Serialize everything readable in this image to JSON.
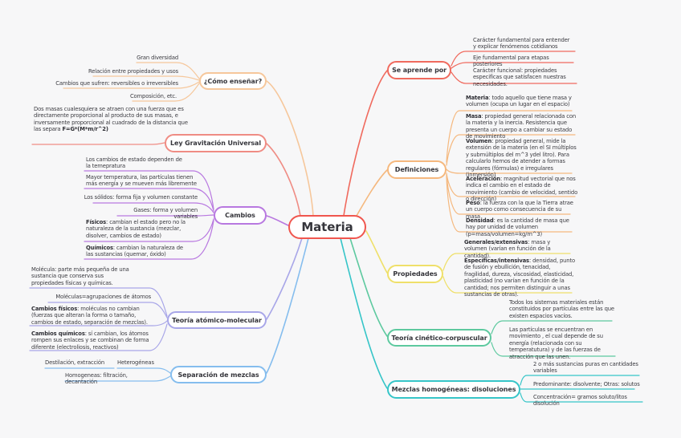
{
  "title": "Materia",
  "colors": {
    "background": "#f7f7f8",
    "text": "#3b3b41",
    "materia": "#f0564e",
    "como": "#f6c79b",
    "ley": "#ef8c84",
    "cambios": "#b878e0",
    "teoria_atomico": "#a8a6e8",
    "separacion": "#85bdee",
    "aprende": "#f06a5e",
    "definiciones": "#f5b87e",
    "propiedades": "#efe06a",
    "teoria_cinetico": "#5dc99f",
    "mezclas": "#36c5c8"
  },
  "center": {
    "label": "Materia"
  },
  "left": {
    "como": {
      "label": "¿Cómo enseñar?",
      "children": [
        {
          "text": "Gran diversidad"
        },
        {
          "text": "Relación entre propiedades y usos"
        },
        {
          "text": "Cambios que sufren: reversibles o irreversibles"
        },
        {
          "text": "Composición, etc."
        }
      ]
    },
    "ley": {
      "label": "Ley Gravitación Universal",
      "children": [
        {
          "text": "Dos masas cualesquiera se atraen con una fuerza que es directamente proporcional al producto de sus masas, e inversamente proporcional al cuadrado de la distancia que las separa ",
          "formula": "F=G*(M*m/r^2)"
        }
      ]
    },
    "cambios": {
      "label": "Cambios",
      "children": [
        {
          "text": "Los cambios de estado dependen de la temepratura"
        },
        {
          "text": "Mayor temperatura, las partículas tienen más energía y se mueven más libremente"
        },
        {
          "text": "Los sólidos: forma fija y volumen constante"
        },
        {
          "text": "Gases: forma y volumen variables"
        },
        {
          "bold": "Físicos",
          "text": ": cambian el estado pero no la naturaleza de la sustancia (mezclar, disolver, cambios de estado)"
        },
        {
          "bold": "Químicos",
          "text": ": cambian la naturaleza de las sustancias (quemar, óxido)"
        }
      ]
    },
    "teoria_atomico": {
      "label": "Teoría atómico-molecular",
      "children": [
        {
          "text": "Molécula: parte más pequeña de una sustancia que conserva sus propiedades físicas y químicas."
        },
        {
          "text": "Moléculas=agrupaciones de átomos"
        },
        {
          "bold": "Cambios físicos",
          "text": ": moléculas no cambian (fuerzas que alteran la forma o tamaño, cambios de estado, separación de mezclas)."
        },
        {
          "bold": "Cambios químicos",
          "text": ": sí cambian, los átomos rompen sus enlaces y se combinan de forma diferente (electroliosis, reactivos)"
        }
      ]
    },
    "separacion": {
      "label": "Separación de mezclas",
      "children": [
        {
          "text": "Heterogéneas"
        },
        {
          "text": "Destilación, extracción"
        },
        {
          "text": "Homogeneas: filtración, decantación"
        }
      ]
    }
  },
  "right": {
    "aprende": {
      "label": "Se aprende por",
      "children": [
        {
          "text": "Carácter fundamental para entender y explicar fenómenos cotidianos"
        },
        {
          "text": "Eje fundamental para etapas posteriores"
        },
        {
          "text": "Carácter funcional: propiedades especificas que satisfacen nuestras necesidades."
        }
      ]
    },
    "definiciones": {
      "label": "Definiciones",
      "children": [
        {
          "bold": "Materia",
          "text": ": todo aquello que tiene masa y volumen (ocupa un lugar en el espacio)"
        },
        {
          "bold": "Masa",
          "text": ": propiedad general relacionada con la materia y la inercia. Resistencia que presenta un cuerpo a cambiar su estado de movimiento"
        },
        {
          "bold": "Volumen",
          "text": ": propiedad general, mide la extensión de la materia (en el SI múltiplos y submúltiplos del m^3 ydel litro). Para calcularlo hemos de atender a formas regulares (fórmulas) e irregulares (inmersión)"
        },
        {
          "bold": "Aceleración",
          "text": ": magnitud vectorial que nos indica el cambio en el estado de movimiento (cambio de velocidad, sentido o dirección)"
        },
        {
          "bold": "Peso",
          "text": ": la fuerza con la que la Tierra atrae un cuerpo como consecuencia de su masa"
        },
        {
          "bold": "Densidad",
          "text": ": es la cantidad de masa que hay por unidad de volumen (p=masa/volumen=kg/m^3)"
        }
      ]
    },
    "propiedades": {
      "label": "Propiedades",
      "children": [
        {
          "bold": "Generales/extensivas",
          "text": ": masa y volumen (varían en función de la cantidad)."
        },
        {
          "bold": "Específicas/intensivas",
          "text": ": densidad, punto de fusión y ebullición, tenacidad, fragilidad, dureza, viscosidad, elasticidad, plasticidad (no varían en función de la cantidad; nos permiten distinguir a unas sustancias de otras)."
        }
      ]
    },
    "teoria_cinetico": {
      "label": "Teoría cinético-corpuscular",
      "children": [
        {
          "text": "Todos los sistemas materiales están constituidos por partículas entre las que existen espacios vacíos."
        },
        {
          "text": "Las partículas se encuentran en movimiento , el cual depende de su energía (relacionada con su temperatutura) y de las fuerzas de atracción que las unen."
        }
      ]
    },
    "mezclas": {
      "label": "Mezclas homogéneas: disoluciones",
      "children": [
        {
          "text": "2 o más sustancias puras en cantidades variables"
        },
        {
          "text": "Predominante: disolvente; Otras: solutos"
        },
        {
          "text": "Concentración= gramos soluto/litos disolución"
        }
      ]
    }
  }
}
